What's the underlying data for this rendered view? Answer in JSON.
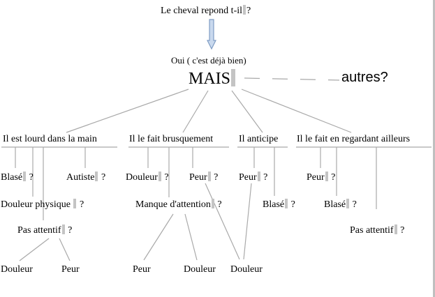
{
  "question": "Le cheval repond t-il",
  "question_suffix": "?",
  "answer": "Oui ( c'est déjà bien)",
  "but_word": "MAIS",
  "others": "autres?",
  "branches": {
    "lourd": "Il est lourd dans la main",
    "brusque": "Il le fait brusquement",
    "anticipe": "Il anticipe",
    "ailleurs": "Il le fait en regardant ailleurs"
  },
  "nodes": {
    "blase1": "Blasé",
    "autiste": "Autiste",
    "douleur_physique": "Douleur physique",
    "pas_attentif1": "Pas attentif",
    "douleur_a": "Douleur",
    "peur_a": "Peur",
    "douleur_b": "Douleur",
    "peur_b": "Peur",
    "manque_attention": "Manque d'attention",
    "peur_c": "Peur",
    "douleur_c": "Douleur",
    "douleur_d": "Douleur",
    "peur_d": "Peur",
    "blase2": "Blasé",
    "peur_e": "Peur",
    "blase3": "Blasé",
    "pas_attentif2": "Pas attentif"
  },
  "qmark": "?",
  "colors": {
    "lines": "#a9a9a9",
    "arrow_fill": "#c9d9ee",
    "arrow_stroke": "#7f9cc4",
    "marker": "#c4c4c4"
  }
}
